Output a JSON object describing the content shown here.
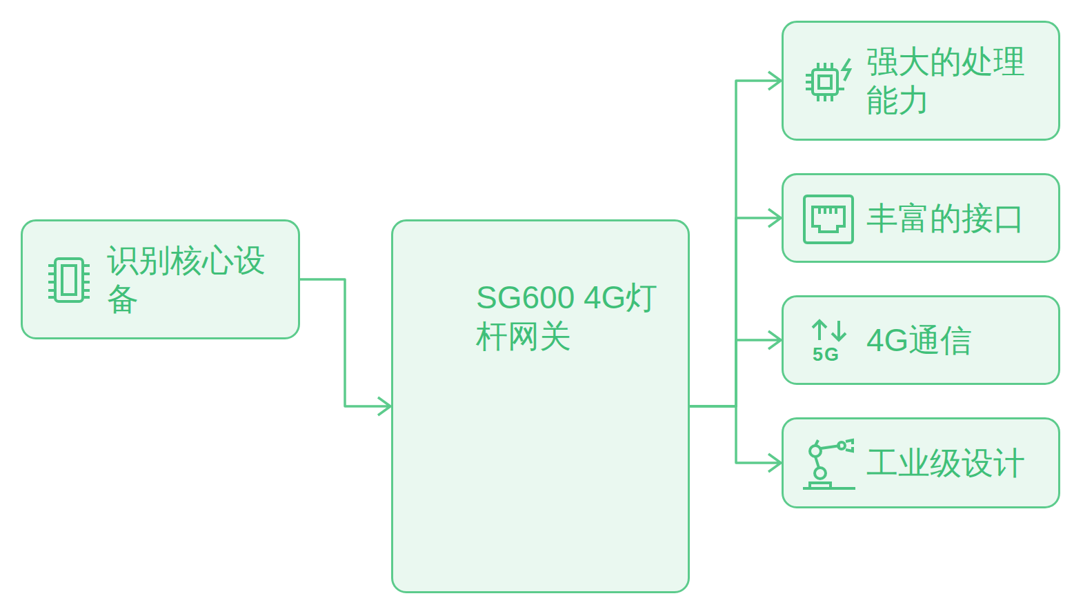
{
  "diagram": {
    "nodes": [
      {
        "text": [
          "识别核心设备"
        ]
      },
      {
        "text": [
          "SG600 4G灯杆网关"
        ]
      },
      {
        "text": [
          "强大的处理能力"
        ]
      },
      {
        "text": [
          "丰富的接口"
        ]
      },
      {
        "text": [
          "4G通信"
        ]
      },
      {
        "text": [
          "工业级设计"
        ]
      }
    ],
    "edges": [
      {
        "from": 0,
        "to": 1,
        "arrow": "to"
      },
      {
        "from": 1,
        "to": 2,
        "arrow": "to"
      },
      {
        "from": 1,
        "to": 3,
        "arrow": "to"
      },
      {
        "from": 1,
        "to": 4,
        "arrow": "to"
      },
      {
        "from": 1,
        "to": 5,
        "arrow": "to"
      }
    ],
    "labels": [
      "5G"
    ]
  }
}
